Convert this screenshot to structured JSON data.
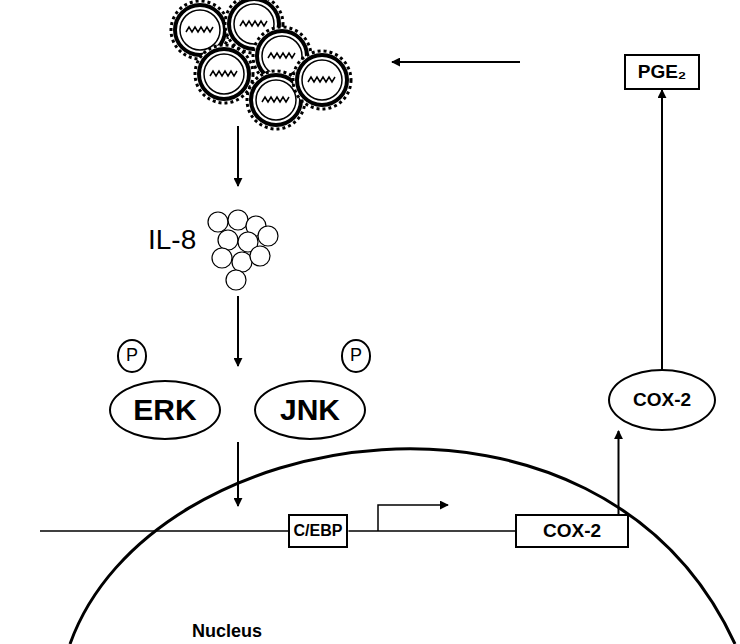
{
  "diagram": {
    "nodes": [
      {
        "text": [
          "PGE₂"
        ]
      },
      {
        "text": [
          "P"
        ]
      },
      {
        "text": [
          "ERK"
        ]
      },
      {
        "text": [
          "P"
        ]
      },
      {
        "text": [
          "JNK"
        ]
      },
      {
        "text": [
          "COX-2"
        ]
      },
      {
        "text": [
          "C/EBP"
        ]
      },
      {
        "text": [
          "COX-2"
        ]
      }
    ],
    "edges": [
      {
        "from": 7,
        "to": 5,
        "arrow": "to"
      },
      {
        "from": 5,
        "to": 0,
        "arrow": "to"
      },
      {
        "from": 6,
        "to": 7,
        "arrow": "none"
      }
    ],
    "labels": [
      "IL-8",
      "Nucleus"
    ]
  }
}
